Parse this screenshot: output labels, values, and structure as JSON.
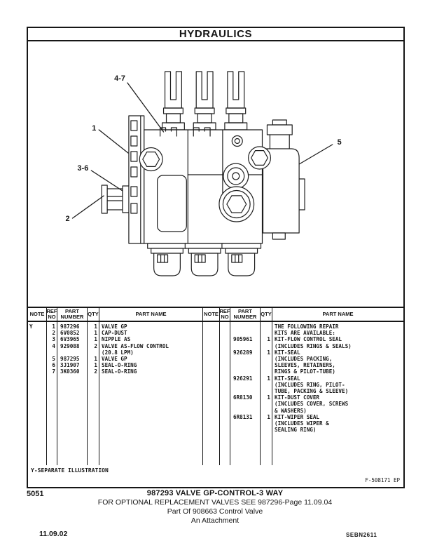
{
  "header": {
    "title": "HYDRAULICS"
  },
  "diagram": {
    "callouts": [
      {
        "label": "4-7"
      },
      {
        "label": "1"
      },
      {
        "label": "3-6"
      },
      {
        "label": "2"
      },
      {
        "label": "5"
      }
    ]
  },
  "table": {
    "headers": {
      "note": "NOTE",
      "ref_no": "REF\nNO",
      "part_number": "PART\nNUMBER",
      "qty": "QTY",
      "part_name": "PART NAME"
    },
    "left_rows": [
      {
        "note": "Y",
        "ref_no": "1",
        "part_number": "987296",
        "qty": "1",
        "part_name": "VALVE GP"
      },
      {
        "note": "",
        "ref_no": "2",
        "part_number": "6V0852",
        "qty": "1",
        "part_name": "CAP-DUST"
      },
      {
        "note": "",
        "ref_no": "3",
        "part_number": "6V3965",
        "qty": "1",
        "part_name": "NIPPLE AS"
      },
      {
        "note": "",
        "ref_no": "4",
        "part_number": "929088",
        "qty": "2",
        "part_name": "VALVE AS-FLOW CONTROL"
      },
      {
        "note": "",
        "ref_no": "",
        "part_number": "",
        "qty": "",
        "part_name": "(20.8 LPM)"
      },
      {
        "note": "",
        "ref_no": "5",
        "part_number": "987295",
        "qty": "1",
        "part_name": "VALVE GP"
      },
      {
        "note": "",
        "ref_no": "6",
        "part_number": "3J1907",
        "qty": "1",
        "part_name": "SEAL-O-RING"
      },
      {
        "note": "",
        "ref_no": "7",
        "part_number": "3K0360",
        "qty": "2",
        "part_name": "SEAL-O-RING"
      }
    ],
    "right_rows": [
      {
        "note": "",
        "ref_no": "",
        "part_number": "",
        "qty": "",
        "part_name": "THE FOLLOWING REPAIR"
      },
      {
        "note": "",
        "ref_no": "",
        "part_number": "",
        "qty": "",
        "part_name": "KITS ARE AVAILABLE:"
      },
      {
        "note": "",
        "ref_no": "",
        "part_number": "905961",
        "qty": "1",
        "part_name": "KIT-FLOW CONTROL SEAL"
      },
      {
        "note": "",
        "ref_no": "",
        "part_number": "",
        "qty": "",
        "part_name": "(INCLUDES RINGS & SEALS)"
      },
      {
        "note": "",
        "ref_no": "",
        "part_number": "926289",
        "qty": "1",
        "part_name": "KIT-SEAL"
      },
      {
        "note": "",
        "ref_no": "",
        "part_number": "",
        "qty": "",
        "part_name": "(INCLUDES PACKING,"
      },
      {
        "note": "",
        "ref_no": "",
        "part_number": "",
        "qty": "",
        "part_name": "SLEEVES, RETAINERS,"
      },
      {
        "note": "",
        "ref_no": "",
        "part_number": "",
        "qty": "",
        "part_name": "RINGS & PILOT-TUBE)"
      },
      {
        "note": "",
        "ref_no": "",
        "part_number": "926291",
        "qty": "1",
        "part_name": "KIT-SEAL"
      },
      {
        "note": "",
        "ref_no": "",
        "part_number": "",
        "qty": "",
        "part_name": "(INCLUDES RING, PILOT-"
      },
      {
        "note": "",
        "ref_no": "",
        "part_number": "",
        "qty": "",
        "part_name": "TUBE, PACKING & SLEEVE)"
      },
      {
        "note": "",
        "ref_no": "",
        "part_number": "6R8130",
        "qty": "1",
        "part_name": "KIT-DUST COVER"
      },
      {
        "note": "",
        "ref_no": "",
        "part_number": "",
        "qty": "",
        "part_name": "(INCLUDES COVER, SCREWS"
      },
      {
        "note": "",
        "ref_no": "",
        "part_number": "",
        "qty": "",
        "part_name": "& WASHERS)"
      },
      {
        "note": "",
        "ref_no": "",
        "part_number": "6R8131",
        "qty": "1",
        "part_name": "KIT-WIPER SEAL"
      },
      {
        "note": "",
        "ref_no": "",
        "part_number": "",
        "qty": "",
        "part_name": "(INCLUDES WIPER &"
      },
      {
        "note": "",
        "ref_no": "",
        "part_number": "",
        "qty": "",
        "part_name": "SEALING RING)"
      }
    ],
    "footnote": "Y-SEPARATE ILLUSTRATION",
    "figure_ref": "F-508171 EP"
  },
  "footer": {
    "page_code": "5051",
    "caption_title": "987293 VALVE GP-CONTROL-3 WAY",
    "caption_line2": "FOR OPTIONAL REPLACEMENT VALVES SEE 987296-Page 11.09.04",
    "caption_line3": "Part Of 908663 Control Valve",
    "caption_line4": "An Attachment",
    "date": "11.09.02",
    "doc_code": "SEBN2611"
  },
  "colors": {
    "ink": "#161616",
    "paper": "#ffffff"
  }
}
